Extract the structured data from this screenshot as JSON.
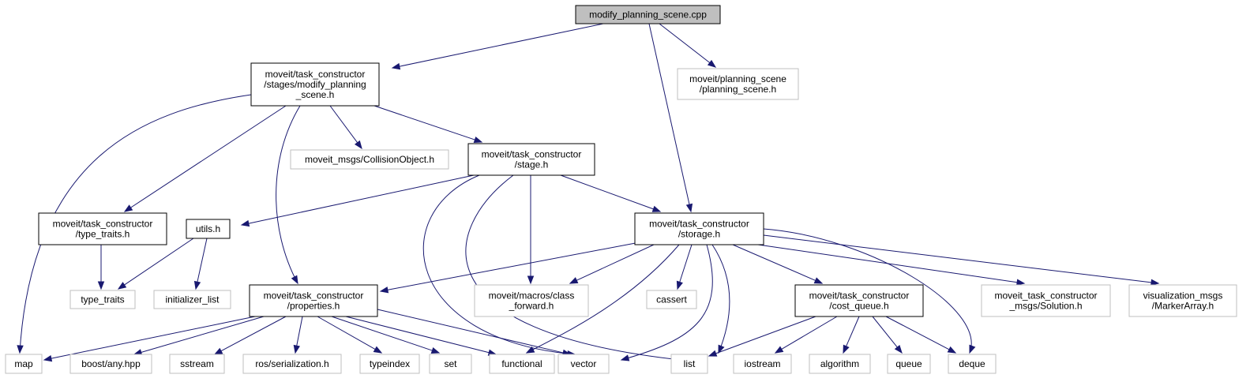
{
  "colors": {
    "edge": "#191970",
    "root_fill": "#bfbfbf",
    "node_fill": "#ffffff",
    "node_border": "#000000",
    "external_border": "#bfbfbf",
    "text": "#000000"
  },
  "nodes": [
    {
      "id": "root",
      "lines": [
        "modify_planning_scene.cpp"
      ],
      "kind": "root"
    },
    {
      "id": "modify_ps_h",
      "lines": [
        "moveit/task_constructor",
        "/stages/modify_planning",
        "_scene.h"
      ],
      "kind": "local"
    },
    {
      "id": "planning_scene_h",
      "lines": [
        "moveit/planning_scene",
        "/planning_scene.h"
      ],
      "kind": "external"
    },
    {
      "id": "collision_object_h",
      "lines": [
        "moveit_msgs/CollisionObject.h"
      ],
      "kind": "external"
    },
    {
      "id": "stage_h",
      "lines": [
        "moveit/task_constructor",
        "/stage.h"
      ],
      "kind": "local"
    },
    {
      "id": "type_traits_h",
      "lines": [
        "moveit/task_constructor",
        "/type_traits.h"
      ],
      "kind": "local"
    },
    {
      "id": "utils_h",
      "lines": [
        "utils.h"
      ],
      "kind": "local"
    },
    {
      "id": "storage_h",
      "lines": [
        "moveit/task_constructor",
        "/storage.h"
      ],
      "kind": "local"
    },
    {
      "id": "type_traits",
      "lines": [
        "type_traits"
      ],
      "kind": "external"
    },
    {
      "id": "initializer_list",
      "lines": [
        "initializer_list"
      ],
      "kind": "external"
    },
    {
      "id": "properties_h",
      "lines": [
        "moveit/task_constructor",
        "/properties.h"
      ],
      "kind": "local"
    },
    {
      "id": "class_forward_h",
      "lines": [
        "moveit/macros/class",
        "_forward.h"
      ],
      "kind": "external"
    },
    {
      "id": "cassert",
      "lines": [
        "cassert"
      ],
      "kind": "external"
    },
    {
      "id": "cost_queue_h",
      "lines": [
        "moveit/task_constructor",
        "/cost_queue.h"
      ],
      "kind": "local"
    },
    {
      "id": "solution_h",
      "lines": [
        "moveit_task_constructor",
        "_msgs/Solution.h"
      ],
      "kind": "external"
    },
    {
      "id": "markerarray_h",
      "lines": [
        "visualization_msgs",
        "/MarkerArray.h"
      ],
      "kind": "external"
    },
    {
      "id": "map",
      "lines": [
        "map"
      ],
      "kind": "external"
    },
    {
      "id": "boost_any",
      "lines": [
        "boost/any.hpp"
      ],
      "kind": "external"
    },
    {
      "id": "sstream",
      "lines": [
        "sstream"
      ],
      "kind": "external"
    },
    {
      "id": "ros_serialization",
      "lines": [
        "ros/serialization.h"
      ],
      "kind": "external"
    },
    {
      "id": "typeindex",
      "lines": [
        "typeindex"
      ],
      "kind": "external"
    },
    {
      "id": "set",
      "lines": [
        "set"
      ],
      "kind": "external"
    },
    {
      "id": "functional",
      "lines": [
        "functional"
      ],
      "kind": "external"
    },
    {
      "id": "vector",
      "lines": [
        "vector"
      ],
      "kind": "external"
    },
    {
      "id": "list",
      "lines": [
        "list"
      ],
      "kind": "external"
    },
    {
      "id": "iostream",
      "lines": [
        "iostream"
      ],
      "kind": "external"
    },
    {
      "id": "algorithm",
      "lines": [
        "algorithm"
      ],
      "kind": "external"
    },
    {
      "id": "queue",
      "lines": [
        "queue"
      ],
      "kind": "external"
    },
    {
      "id": "deque",
      "lines": [
        "deque"
      ],
      "kind": "external"
    }
  ],
  "edges": [
    {
      "from": "root",
      "to": "modify_ps_h"
    },
    {
      "from": "root",
      "to": "planning_scene_h"
    },
    {
      "from": "root",
      "to": "storage_h"
    },
    {
      "from": "modify_ps_h",
      "to": "map"
    },
    {
      "from": "modify_ps_h",
      "to": "type_traits_h"
    },
    {
      "from": "modify_ps_h",
      "to": "properties_h"
    },
    {
      "from": "modify_ps_h",
      "to": "collision_object_h"
    },
    {
      "from": "modify_ps_h",
      "to": "stage_h"
    },
    {
      "from": "stage_h",
      "to": "utils_h"
    },
    {
      "from": "stage_h",
      "to": "vector"
    },
    {
      "from": "stage_h",
      "to": "list"
    },
    {
      "from": "stage_h",
      "to": "class_forward_h"
    },
    {
      "from": "stage_h",
      "to": "storage_h"
    },
    {
      "from": "type_traits_h",
      "to": "type_traits"
    },
    {
      "from": "utils_h",
      "to": "type_traits"
    },
    {
      "from": "utils_h",
      "to": "initializer_list"
    },
    {
      "from": "storage_h",
      "to": "properties_h"
    },
    {
      "from": "storage_h",
      "to": "class_forward_h"
    },
    {
      "from": "storage_h",
      "to": "functional"
    },
    {
      "from": "storage_h",
      "to": "cassert"
    },
    {
      "from": "storage_h",
      "to": "vector"
    },
    {
      "from": "storage_h",
      "to": "list"
    },
    {
      "from": "storage_h",
      "to": "cost_queue_h"
    },
    {
      "from": "storage_h",
      "to": "deque"
    },
    {
      "from": "storage_h",
      "to": "solution_h"
    },
    {
      "from": "storage_h",
      "to": "markerarray_h"
    },
    {
      "from": "properties_h",
      "to": "map"
    },
    {
      "from": "properties_h",
      "to": "boost_any"
    },
    {
      "from": "properties_h",
      "to": "sstream"
    },
    {
      "from": "properties_h",
      "to": "ros_serialization"
    },
    {
      "from": "properties_h",
      "to": "typeindex"
    },
    {
      "from": "properties_h",
      "to": "set"
    },
    {
      "from": "properties_h",
      "to": "functional"
    },
    {
      "from": "properties_h",
      "to": "vector"
    },
    {
      "from": "cost_queue_h",
      "to": "list"
    },
    {
      "from": "cost_queue_h",
      "to": "iostream"
    },
    {
      "from": "cost_queue_h",
      "to": "algorithm"
    },
    {
      "from": "cost_queue_h",
      "to": "queue"
    },
    {
      "from": "cost_queue_h",
      "to": "deque"
    }
  ]
}
